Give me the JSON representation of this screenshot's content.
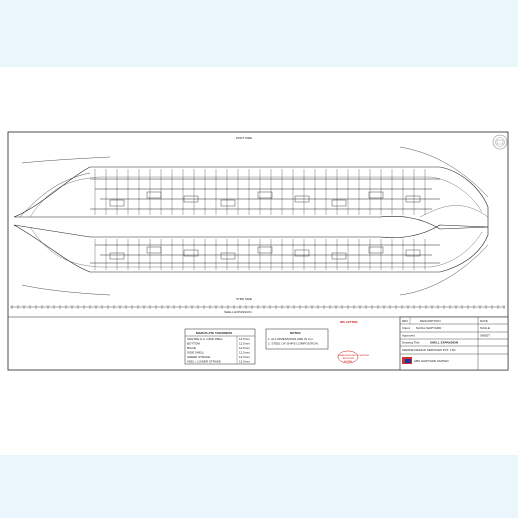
{
  "drawing": {
    "port_side_label": "PORT SIDE",
    "stbd_side_label": "STBD SIDE",
    "shell_expansion_label": "SHELL EXPANSION",
    "thickness_table": {
      "title": "MAIN PLATE THICKNESS",
      "rows": [
        {
          "label": "CENTRE & A. GIRD WELL",
          "value": "12.5mm"
        },
        {
          "label": "BOTTOM",
          "value": "12.5mm"
        },
        {
          "label": "BILGE",
          "value": "12.5mm"
        },
        {
          "label": "SIDE SHELL",
          "value": "12.5mm"
        },
        {
          "label": "SHEER STRAKE",
          "value": "12.5mm"
        },
        {
          "label": "KEEL / LOWER STRAKE",
          "value": "12.5mm"
        }
      ]
    },
    "notes": {
      "title": "NOTES:",
      "lines": [
        "1. ALL DIMENSIONS ARE IN mm.",
        "2. STEEL OF SHIPS COMPOSITION."
      ]
    },
    "approval": {
      "title": "IRS LETTER",
      "seal_lines": [
        "INDIAN REGISTER OF SHIPPING",
        "APPROVED",
        "MUMBAI"
      ]
    },
    "title_block": {
      "rev_header": [
        "REV",
        "DESCRIPTION",
        "DATE"
      ],
      "client_label": "Client:",
      "client": "NAVAL SHIPYARD",
      "approved": "Approved",
      "drawing_title_label": "Drawing Title:",
      "drawing_title": "SHELL EXPANSION",
      "designer": "MARINE DESIGN SERVICES PVT. LTD.",
      "builder": "ABS SHIPYARD LIMITED",
      "scale_label": "SCALE",
      "sheet_label": "SHEET"
    }
  }
}
